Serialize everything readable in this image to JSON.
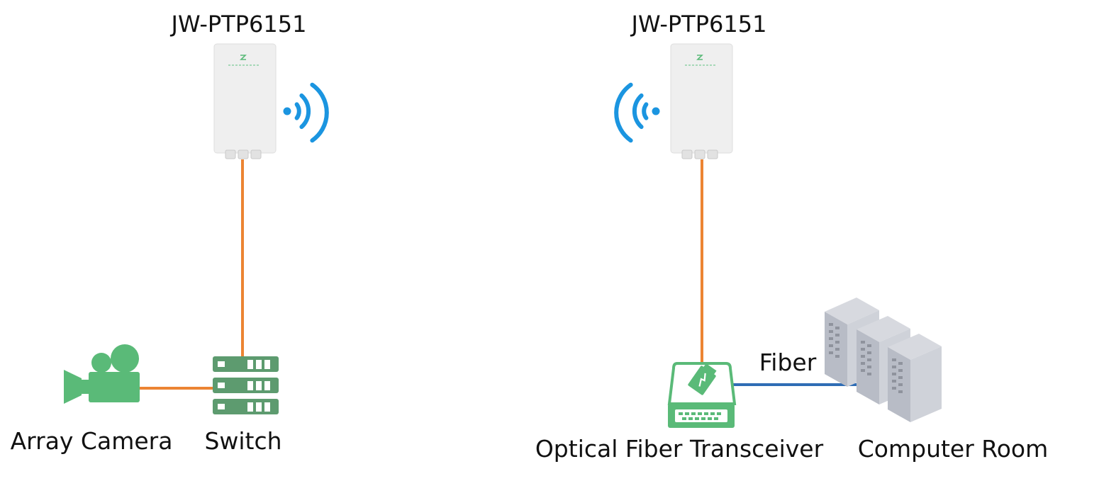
{
  "devices": {
    "left_ap": {
      "label": "JW-PTP6151"
    },
    "right_ap": {
      "label": "JW-PTP6151"
    },
    "camera": {
      "label": "Array Camera"
    },
    "switch": {
      "label": "Switch"
    },
    "transceiver": {
      "label": "Optical Fiber Transceiver"
    },
    "computer_room": {
      "label": "Computer Room"
    }
  },
  "links": {
    "fiber": {
      "label": "Fiber"
    }
  },
  "colors": {
    "ethernet_cable": "#ec8433",
    "fiber_cable": "#2f6db5",
    "device_green": "#5aba78",
    "switch_green": "#5d9b6f",
    "wifi_blue": "#1b95e0",
    "server_gray": "#b8bcc6",
    "ap_body": "#efefef"
  },
  "icons": {
    "wifi": "wifi-signal-icon",
    "camera": "video-camera-icon",
    "switch": "network-switch-icon",
    "transceiver": "fiber-transceiver-icon",
    "server": "server-rack-icon"
  }
}
